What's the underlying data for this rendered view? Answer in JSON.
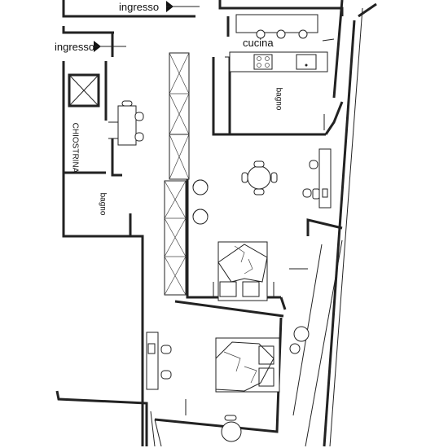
{
  "labels": {
    "entrance_top": "ingresso",
    "entrance_left": "ingresso",
    "kitchen": "cucina",
    "bathroom_right": "bagno",
    "bathroom_left": "bagno",
    "light_well": "CHIOSTRINA"
  },
  "colors": {
    "line": "#222222",
    "background": "#ffffff"
  }
}
